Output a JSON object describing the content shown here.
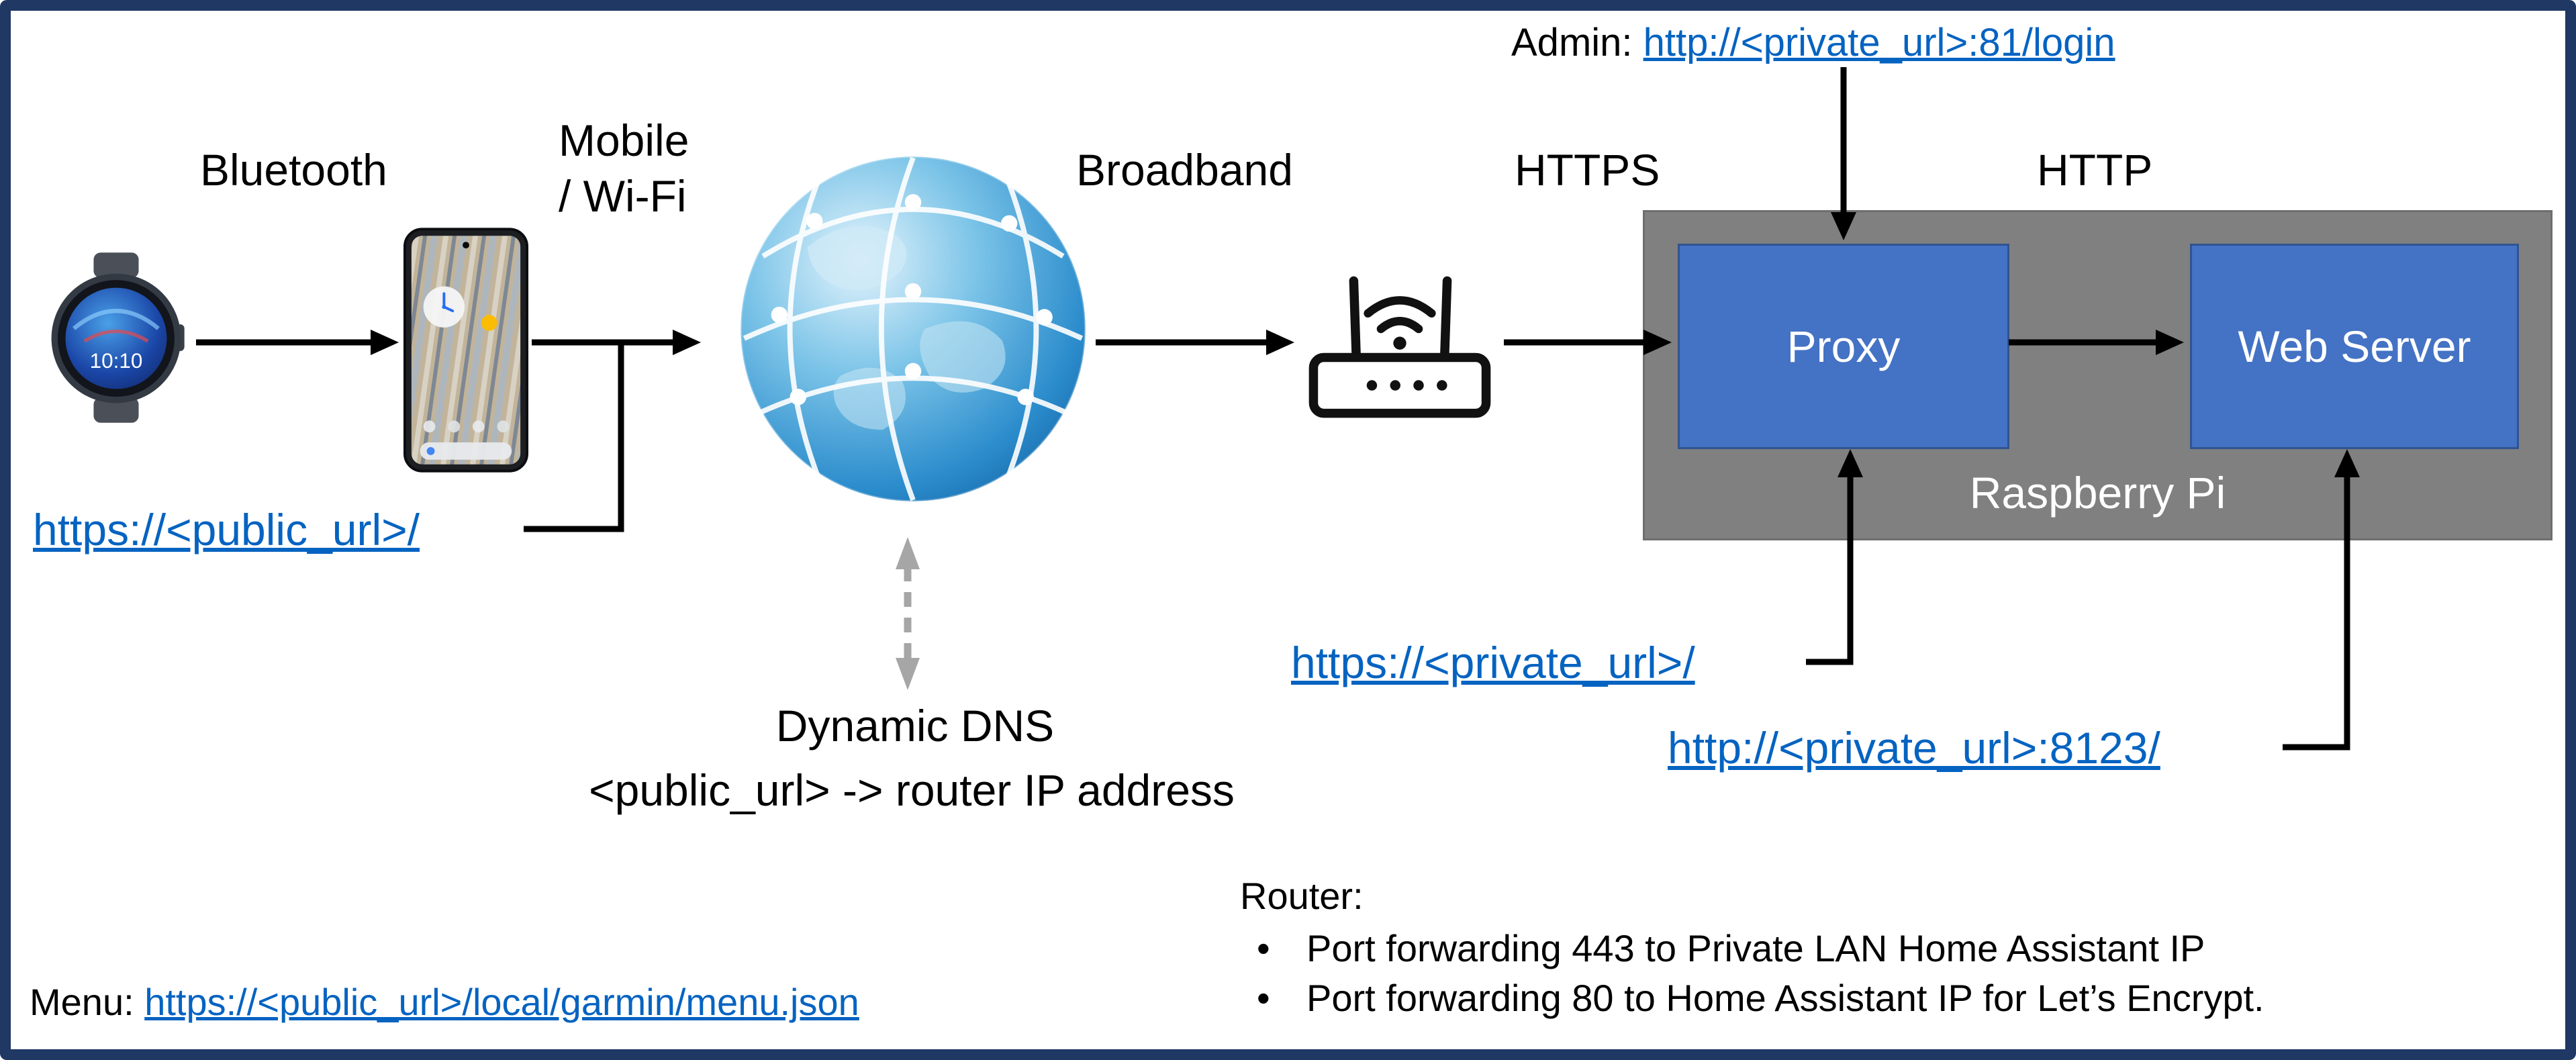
{
  "labels": {
    "bluetooth": "Bluetooth",
    "mobile": "Mobile",
    "wifi": "/ Wi-Fi",
    "broadband": "Broadband",
    "https": "HTTPS",
    "http": "HTTP",
    "dynamic_dns": "Dynamic DNS",
    "dns_mapping": "<public_url> -> router IP address",
    "raspberry_pi": "Raspberry Pi"
  },
  "nodes": {
    "proxy": "Proxy",
    "web_server": "Web Server"
  },
  "links": {
    "admin_prefix": "Admin: ",
    "admin_url": "http://<private_url>:81/login",
    "public_url": "https://<public_url>/",
    "private_https": "https://<private_url>/",
    "private_http": "http://<private_url>:8123/",
    "menu_prefix": "Menu: ",
    "menu_url": "https://<public_url>/local/garmin/menu.json"
  },
  "router_notes": {
    "title": "Router:",
    "bullet": "•",
    "items": [
      "Port forwarding 443 to Private LAN Home Assistant IP",
      "Port forwarding 80 to Home Assistant IP for Let’s Encrypt."
    ]
  },
  "watch": {
    "time": "10:10"
  },
  "colors": {
    "box_blue": "#4472C4",
    "box_gray": "#808080",
    "link_blue": "#0563C1",
    "frame_navy": "#1F3864",
    "arrow_black": "#000000",
    "dns_arrow_gray": "#A6A6A6"
  }
}
